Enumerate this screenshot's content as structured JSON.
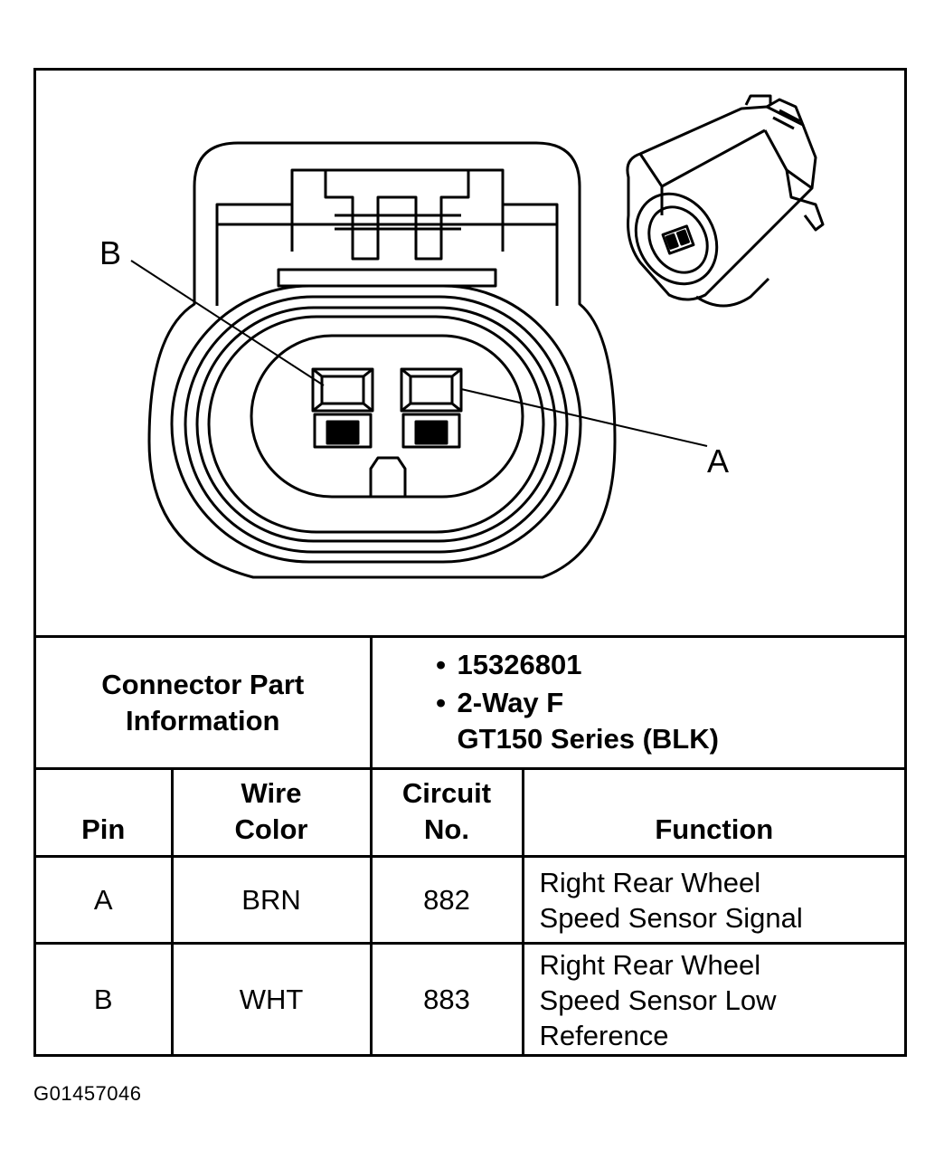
{
  "diagram": {
    "pin_labels": {
      "b": "B",
      "a": "A"
    }
  },
  "connector_info": {
    "label_line1": "Connector Part",
    "label_line2": "Information",
    "bullets": [
      {
        "lines": [
          "15326801"
        ]
      },
      {
        "lines": [
          "2-Way F",
          "GT150 Series (BLK)"
        ]
      }
    ]
  },
  "table": {
    "headers": {
      "pin": "Pin",
      "wire_color_line1": "Wire",
      "wire_color_line2": "Color",
      "circuit_line1": "Circuit",
      "circuit_line2": "No.",
      "function": "Function"
    },
    "rows": [
      {
        "pin": "A",
        "wire_color": "BRN",
        "circuit": "882",
        "function_lines": [
          "Right Rear Wheel",
          "Speed Sensor Signal"
        ]
      },
      {
        "pin": "B",
        "wire_color": "WHT",
        "circuit": "883",
        "function_lines": [
          "Right Rear Wheel",
          "Speed Sensor Low",
          "Reference"
        ]
      }
    ]
  },
  "figure_id": "G01457046"
}
